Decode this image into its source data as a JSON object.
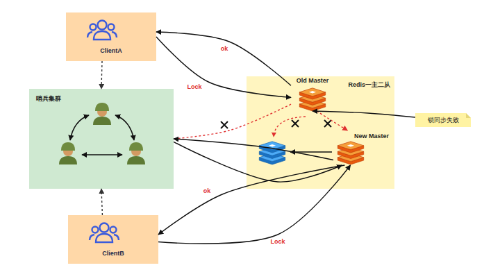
{
  "diagram": {
    "nodes": [
      {
        "text": [
          "ClientA"
        ]
      },
      {
        "text": [
          "哨兵集群"
        ]
      },
      {
        "text": [
          "Redis一主二从"
        ]
      },
      {
        "text": [
          "Old Master"
        ],
        "in": 2
      },
      {
        "text": [
          "New Master"
        ],
        "in": 2
      },
      {
        "text": [
          "锁同步失败"
        ]
      },
      {
        "text": [
          "ClientB"
        ]
      }
    ],
    "edges": [
      {
        "from": 0,
        "to": 1,
        "arrow": "to"
      },
      {
        "from": 0,
        "to": 3,
        "label": "Lock",
        "arrow": "to"
      },
      {
        "from": 3,
        "to": 0,
        "label": "ok",
        "arrow": "to"
      },
      {
        "from": 3,
        "to": 1,
        "arrow": "none"
      },
      {
        "from": 3,
        "to": 4,
        "arrow": "to"
      },
      {
        "from": 5,
        "to": 3,
        "arrow": "to"
      },
      {
        "from": 4,
        "to": 1,
        "arrow": "to"
      },
      {
        "from": 1,
        "to": 4,
        "arrow": "to"
      },
      {
        "from": 6,
        "to": 1,
        "arrow": "to"
      },
      {
        "from": 6,
        "to": 4,
        "label": "Lock",
        "arrow": "to"
      },
      {
        "from": 4,
        "to": 6,
        "label": "ok",
        "arrow": "to"
      }
    ]
  }
}
